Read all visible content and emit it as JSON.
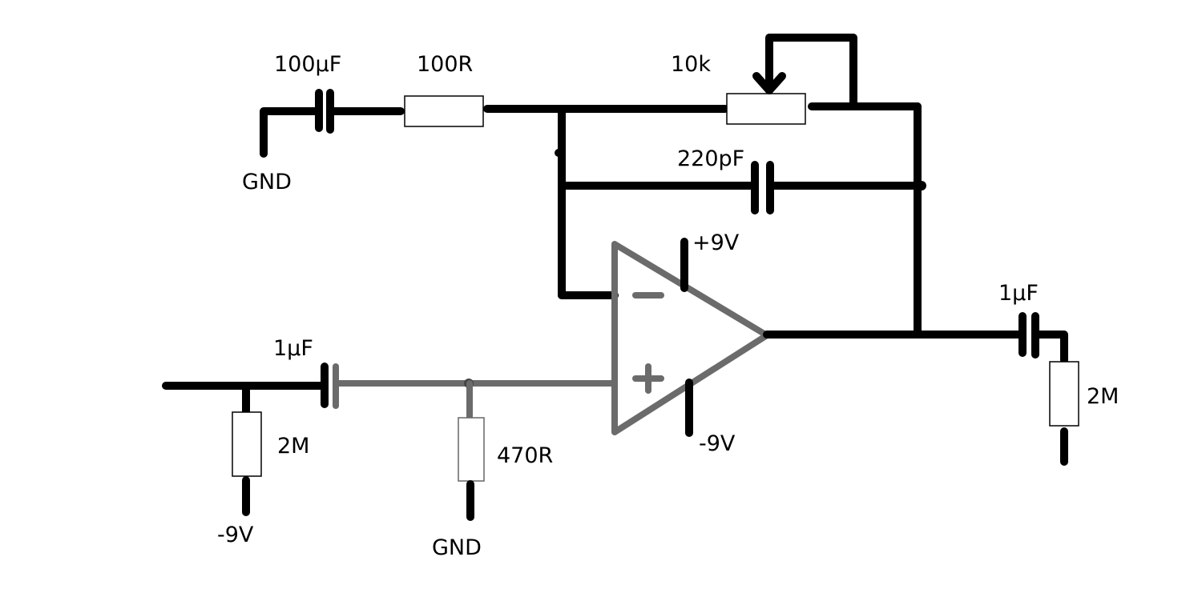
{
  "labels": {
    "c_feedback_in": "100µF",
    "r_series": "100R",
    "pot": "10k",
    "c_feedback": "220pF",
    "gnd_top": "GND",
    "vpos": "+9V",
    "vneg": "-9V",
    "c_input": "1µF",
    "r_input_bias": "2M",
    "v_input_bias": "-9V",
    "r_ground": "470R",
    "gnd_bottom": "GND",
    "c_output": "1µF",
    "r_output": "2M"
  }
}
